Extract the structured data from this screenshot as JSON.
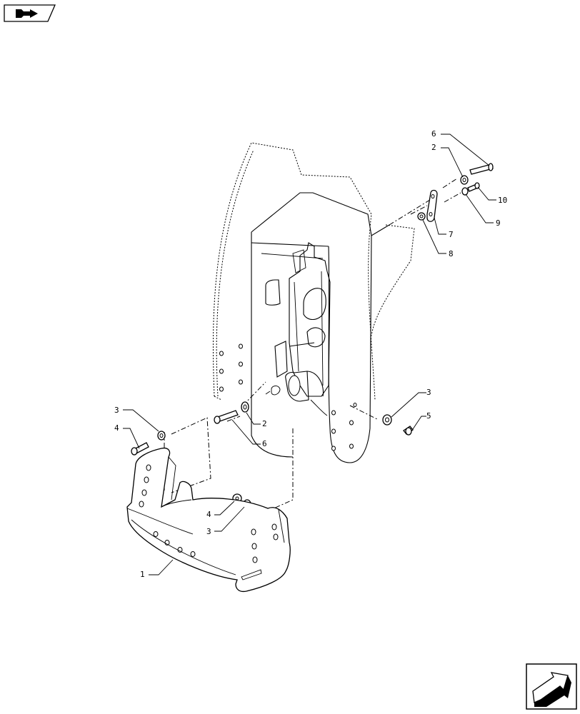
{
  "callouts": [
    {
      "id": "c1",
      "text": "1"
    },
    {
      "id": "c2a",
      "text": "2"
    },
    {
      "id": "c2b",
      "text": "2"
    },
    {
      "id": "c3a",
      "text": "3"
    },
    {
      "id": "c3b",
      "text": "3"
    },
    {
      "id": "c3c",
      "text": "3"
    },
    {
      "id": "c4a",
      "text": "4"
    },
    {
      "id": "c4b",
      "text": "4"
    },
    {
      "id": "c5",
      "text": "5"
    },
    {
      "id": "c6a",
      "text": "6"
    },
    {
      "id": "c6b",
      "text": "6"
    },
    {
      "id": "c7",
      "text": "7"
    },
    {
      "id": "c8",
      "text": "8"
    },
    {
      "id": "c9",
      "text": "9"
    },
    {
      "id": "c10",
      "text": "10"
    }
  ],
  "icons": {
    "top_left": "book-arrow-icon",
    "bottom_right": "next-page-arrow-icon"
  }
}
